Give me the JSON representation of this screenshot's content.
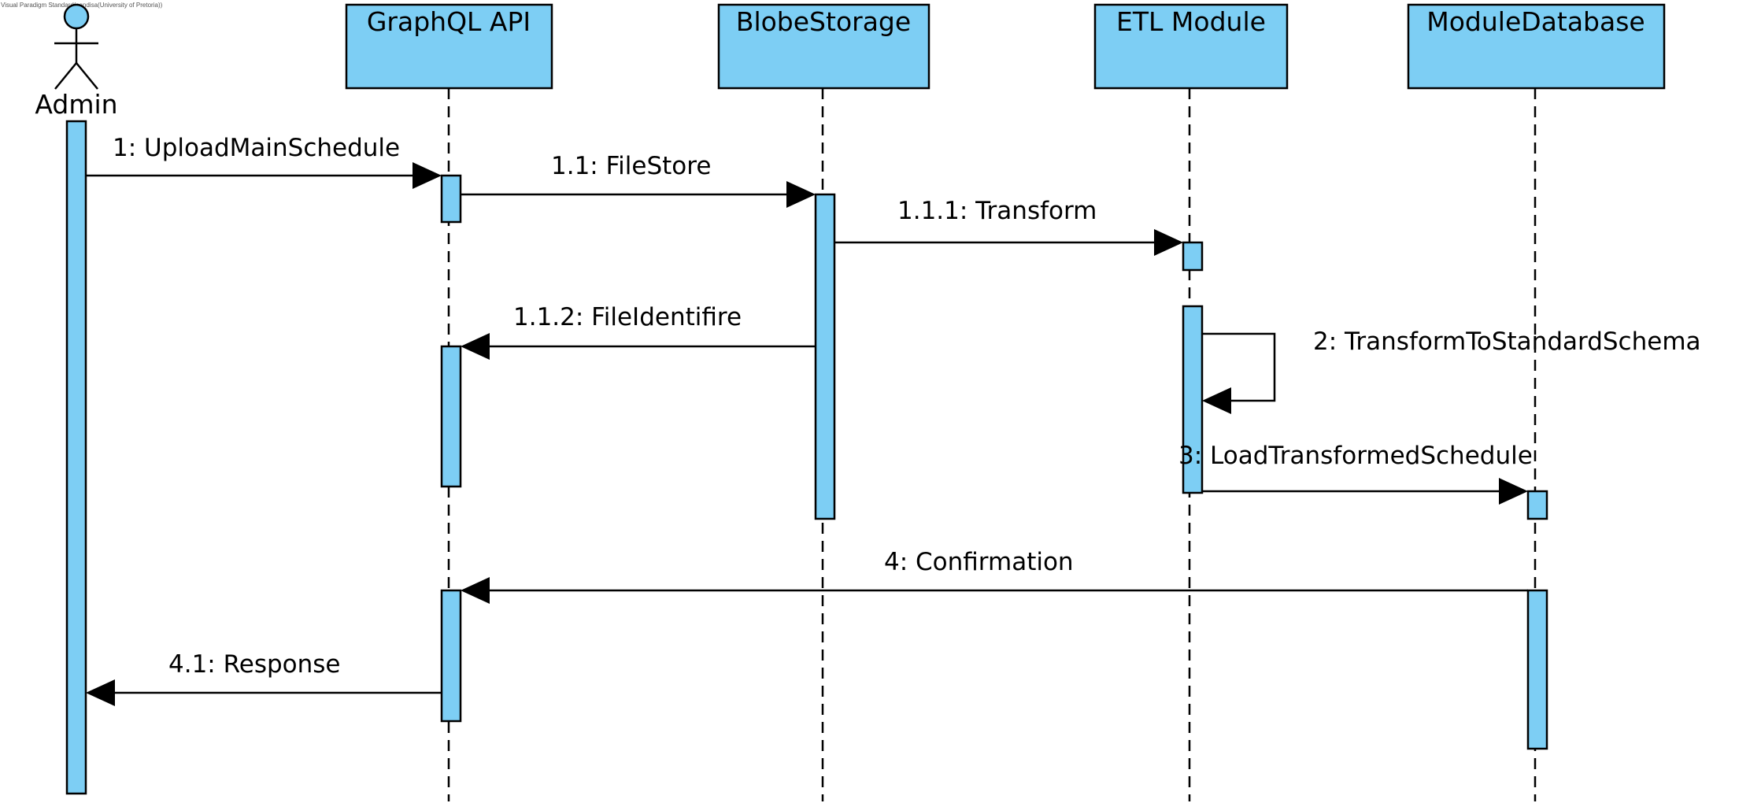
{
  "watermark": "Visual Paradigm Standard(sandisa(University of Pretoria))",
  "colors": {
    "fill": "#7dcef4",
    "stroke": "#000000",
    "background": "#ffffff"
  },
  "actor": {
    "name": "Admin"
  },
  "participants": [
    {
      "id": "graphql",
      "name": "GraphQL API"
    },
    {
      "id": "blob",
      "name": "BlobeStorage"
    },
    {
      "id": "etl",
      "name": "ETL Module"
    },
    {
      "id": "moddb",
      "name": "ModuleDatabase"
    }
  ],
  "messages": [
    {
      "id": "m1",
      "label": "1: UploadMainSchedule",
      "from": "Admin",
      "to": "GraphQL API"
    },
    {
      "id": "m11",
      "label": "1.1: FileStore",
      "from": "GraphQL API",
      "to": "BlobeStorage"
    },
    {
      "id": "m111",
      "label": "1.1.1: Transform",
      "from": "BlobeStorage",
      "to": "ETL Module"
    },
    {
      "id": "m112",
      "label": "1.1.2: FileIdentifire",
      "from": "BlobeStorage",
      "to": "GraphQL API"
    },
    {
      "id": "m2",
      "label": "2: TransformToStandardSchema",
      "from": "ETL Module",
      "to": "ETL Module"
    },
    {
      "id": "m3",
      "label": "3: LoadTransformedSchedule",
      "from": "ETL Module",
      "to": "ModuleDatabase"
    },
    {
      "id": "m4",
      "label": "4: Confirmation",
      "from": "ModuleDatabase",
      "to": "GraphQL API"
    },
    {
      "id": "m41",
      "label": "4.1: Response",
      "from": "GraphQL API",
      "to": "Admin"
    }
  ]
}
